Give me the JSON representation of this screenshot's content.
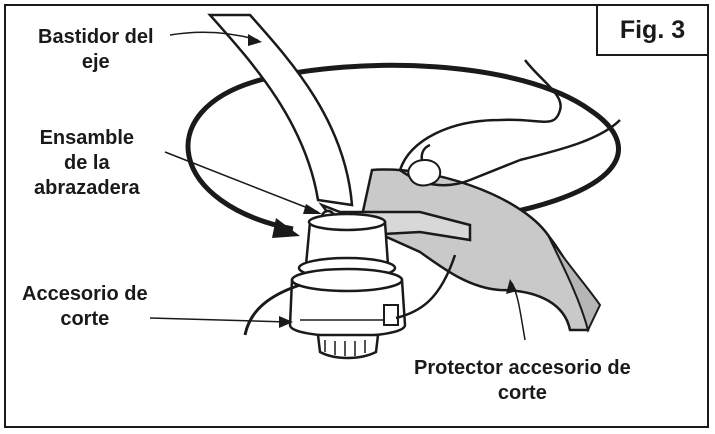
{
  "figure": {
    "number_label": "Fig. 3"
  },
  "callouts": {
    "shaft_housing": {
      "line1": "Bastidor del",
      "line2": "eje"
    },
    "clamp_assembly": {
      "line1": "Ensamble",
      "line2": "de la",
      "line3": "abrazadera"
    },
    "cutting_attachment": {
      "line1": "Accesorio de",
      "line2": "corte"
    },
    "attachment_guard": {
      "line1": "Protector accesorio de",
      "line2": "corte"
    }
  },
  "colors": {
    "ink": "#1a1a1a",
    "guard_fill": "#c9c9c9",
    "parts_fill": "#ffffff"
  }
}
